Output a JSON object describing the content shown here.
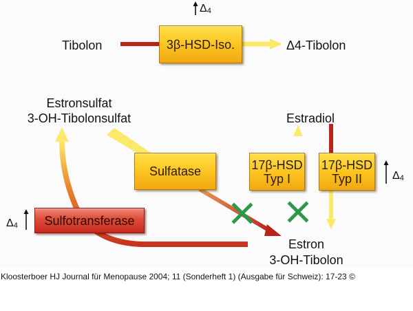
{
  "diagram": {
    "top_pathway": {
      "substrate": "Tibolon",
      "enzyme": "3β-HSD-Iso.",
      "product": "Δ4-Tibolon",
      "regulation_note": "Δ4"
    },
    "sulfate_pathway": {
      "sulfates": [
        "Estronsulfat",
        "3-OH-Tibolonsulfat"
      ],
      "sulfatase": "Sulfatase",
      "sulfotransferase": "Sulfotransferase",
      "sulfotransferase_note": "Δ4"
    },
    "estradiol_pathway": {
      "estradiol": "Estradiol",
      "hsd_type1": [
        "17β-HSD",
        "Typ I"
      ],
      "hsd_type2": [
        "17β-HSD",
        "Typ II"
      ],
      "type2_note": "Δ4"
    },
    "central_product": [
      "Estron",
      "3-OH-Tibolon"
    ],
    "inhibition_markers": [
      "sulfatase-inhibited",
      "17b-hsd-type1-inhibited"
    ],
    "colors": {
      "enzyme_box": "#fcc21e",
      "sulfotransferase_box": "#e0503e",
      "inhibited_arrow": "#b8231c",
      "active_arrow": "#fbe96a",
      "inhibition_x": "#2a9a4a"
    }
  },
  "footer": {
    "citation": "Kloosterboer HJ Journal für Menopause 2004; 11 (Sonderheft 1) (Ausgabe für Schweiz): 17-23 ©"
  }
}
